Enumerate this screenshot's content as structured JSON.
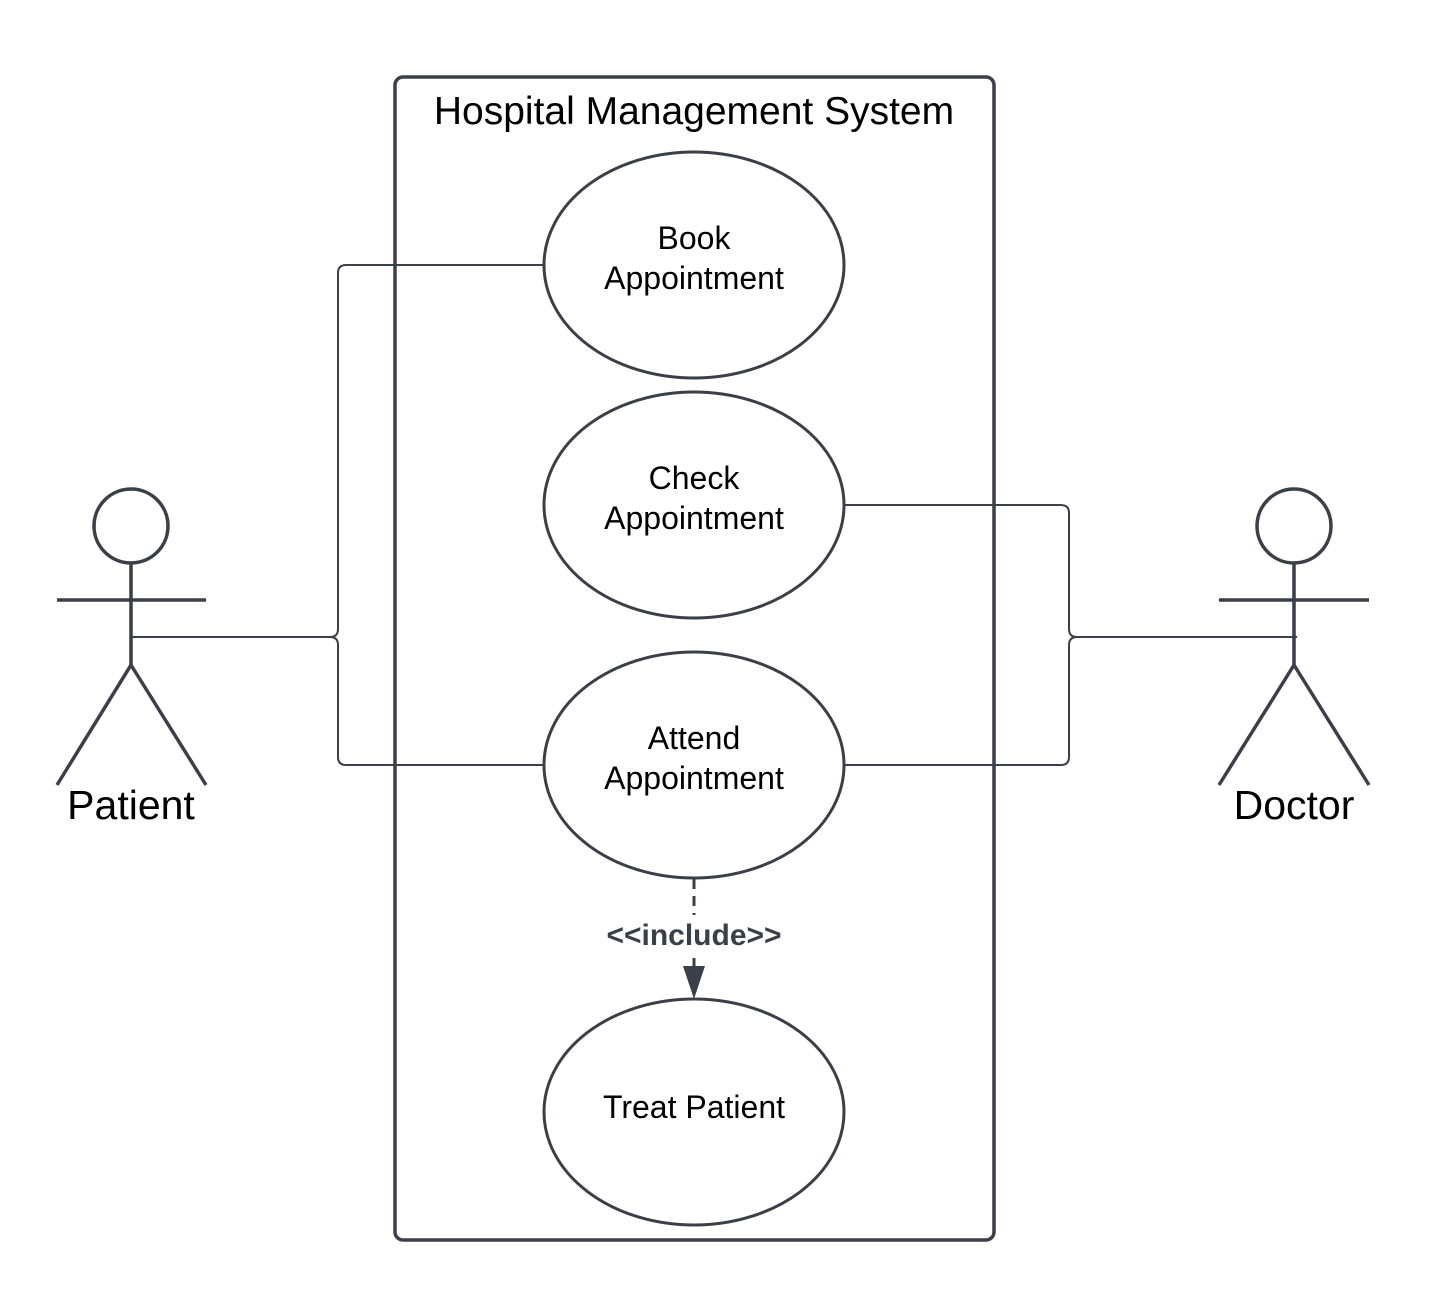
{
  "system": {
    "title": "Hospital Management System"
  },
  "actors": {
    "patient": {
      "label": "Patient"
    },
    "doctor": {
      "label": "Doctor"
    }
  },
  "use_cases": {
    "book": {
      "line1": "Book",
      "line2": "Appointment"
    },
    "check": {
      "line1": "Check",
      "line2": "Appointment"
    },
    "attend": {
      "line1": "Attend",
      "line2": "Appointment"
    },
    "treat": {
      "label": "Treat Patient"
    }
  },
  "relations": {
    "include_label": "<<include>>"
  },
  "colors": {
    "stroke": "#3a3f48",
    "text": "#000000",
    "background": "#ffffff"
  }
}
